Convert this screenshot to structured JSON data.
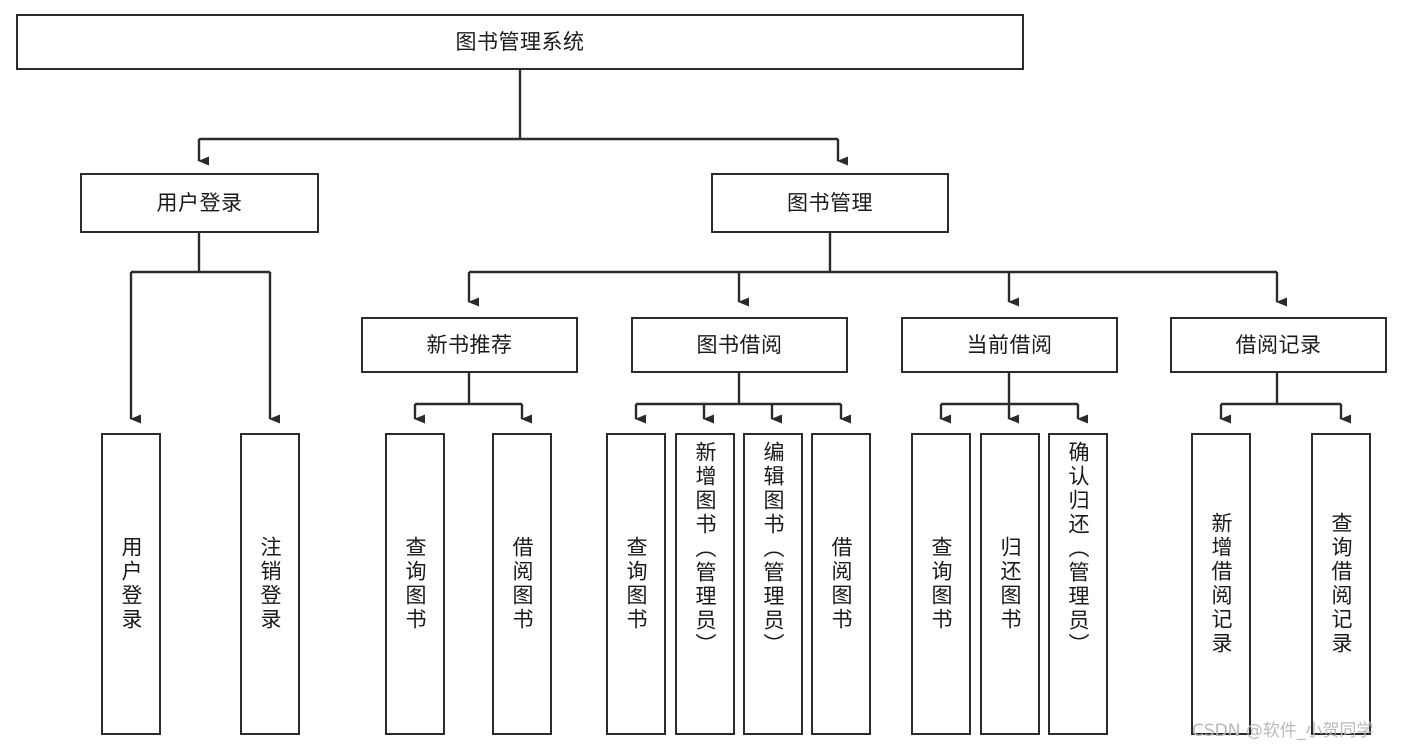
{
  "diagram": {
    "title": "图书管理系统",
    "type": "tree-structure-chart",
    "background_color": "#ffffff",
    "border_color": "#2b2b2b",
    "text_color": "#1a1a1a"
  },
  "root": {
    "label": "图书管理系统"
  },
  "level2": [
    {
      "label": "用户登录"
    },
    {
      "label": "图书管理"
    }
  ],
  "level3": [
    {
      "label": "新书推荐"
    },
    {
      "label": "图书借阅"
    },
    {
      "label": "当前借阅"
    },
    {
      "label": "借阅记录"
    }
  ],
  "leaves": {
    "user_login": [
      {
        "label": "用户登录"
      },
      {
        "label": "注销登录"
      }
    ],
    "new_book_recommend": [
      {
        "label": "查询图书"
      },
      {
        "label": "借阅图书"
      }
    ],
    "book_borrow": [
      {
        "label": "查询图书"
      },
      {
        "label": "新增图书（管理员）"
      },
      {
        "label": "编辑图书（管理员）"
      },
      {
        "label": "借阅图书"
      }
    ],
    "current_borrow": [
      {
        "label": "查询图书"
      },
      {
        "label": "归还图书"
      },
      {
        "label": "确认归还（管理员）"
      }
    ],
    "borrow_record": [
      {
        "label": "新增借阅记录"
      },
      {
        "label": "查询借阅记录"
      }
    ]
  },
  "watermark": {
    "text": "CSDN @软件_小贺同学",
    "color": "#b9b9b9"
  }
}
